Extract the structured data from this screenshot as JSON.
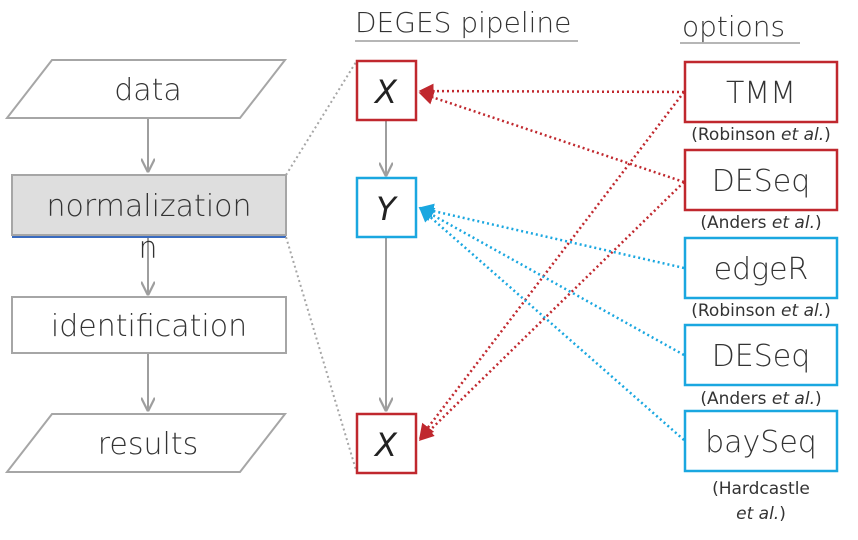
{
  "headings": {
    "pipeline": "DEGES pipeline",
    "options": "options"
  },
  "flowchart": {
    "data": "data",
    "normalization": "normalization",
    "normalization_overflow_1": "lizatio",
    "normalization_overflow_2": "n",
    "identification": "identification",
    "results": "results"
  },
  "pipeline": {
    "step1": "X",
    "step2": "Y",
    "step3": "X"
  },
  "options": [
    {
      "name": "TMM",
      "cite_pre": "(Robinson ",
      "cite_em": "et al.",
      "cite_post": ")",
      "color": "#c0282e"
    },
    {
      "name": "DESeq",
      "cite_pre": "(Anders ",
      "cite_em": "et al.",
      "cite_post": ")",
      "color": "#c0282e"
    },
    {
      "name": "edgeR",
      "cite_pre": "(Robinson ",
      "cite_em": "et al.",
      "cite_post": ")",
      "color": "#1aa7e0"
    },
    {
      "name": "DESeq",
      "cite_pre": "(Anders ",
      "cite_em": "et al.",
      "cite_post": ")",
      "color": "#1aa7e0"
    },
    {
      "name": "baySeq",
      "cite_pre": "(Hardcastle ",
      "cite_em": "et al.",
      "cite_post": ")",
      "color": "#1aa7e0"
    }
  ],
  "colors": {
    "red": "#c0282e",
    "blue": "#1aa7e0",
    "gray": "#9e9e9e"
  }
}
